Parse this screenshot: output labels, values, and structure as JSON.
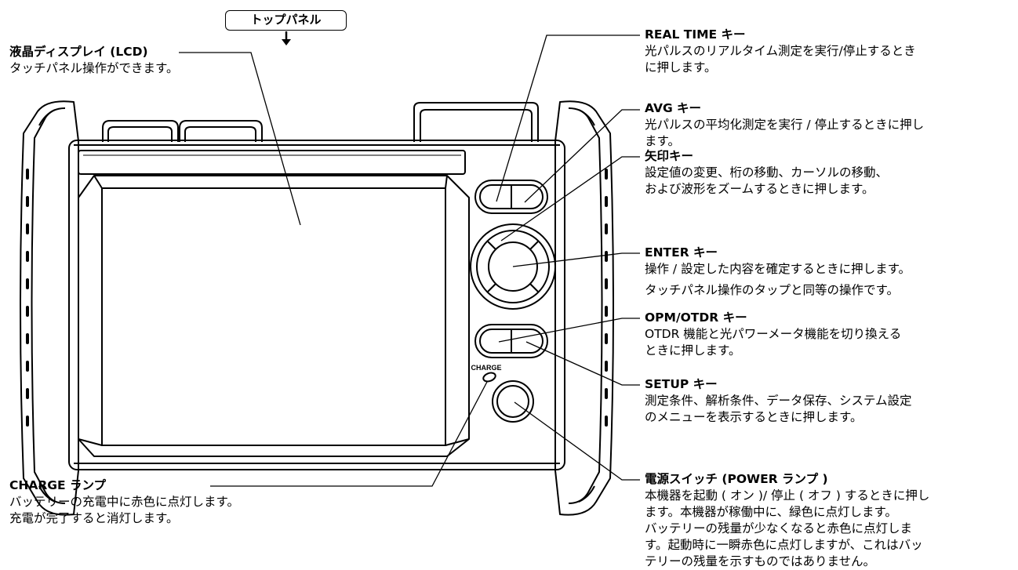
{
  "top_panel": {
    "label": "トップパネル"
  },
  "charge_mark": "CHARGE",
  "callouts": {
    "lcd": {
      "title": "液晶ディスプレイ (LCD)",
      "lines": [
        "タッチパネル操作ができます。"
      ]
    },
    "charge": {
      "title": "CHARGE ランプ",
      "lines": [
        "バッテリーの充電中に赤色に点灯します。",
        "充電が完了すると消灯します。"
      ]
    },
    "realtime": {
      "title": "REAL TIME キー",
      "lines": [
        "光パルスのリアルタイム測定を実行/停止するとき",
        "に押します。"
      ]
    },
    "avg": {
      "title": "AVG キー",
      "lines": [
        "光パルスの平均化測定を実行 / 停止するときに押し",
        "ます。"
      ]
    },
    "arrow": {
      "title": "矢印キー",
      "lines": [
        "設定値の変更、桁の移動、カーソルの移動、",
        "および波形をズームするときに押します。"
      ]
    },
    "enter": {
      "title": "ENTER キー",
      "lines": [
        "操作 / 設定した内容を確定するときに押します。",
        "タッチパネル操作のタップと同等の操作です。"
      ]
    },
    "opm": {
      "title": "OPM/OTDR キー",
      "lines": [
        "OTDR  機能と光パワーメータ機能を切り換える",
        "ときに押します。"
      ]
    },
    "setup": {
      "title": "SETUP キー",
      "lines": [
        "測定条件、解析条件、データ保存、システム設定",
        "のメニューを表示するときに押します。"
      ]
    },
    "power": {
      "title": "電源スイッチ (POWER ランプ )",
      "lines": [
        "本機器を起動 ( オン )/ 停止 ( オフ ) するときに押し",
        "ます。本機器が稼働中に、緑色に点灯します。",
        "バッテリーの残量が少なくなると赤色に点灯しま",
        "す。起動時に一瞬赤色に点灯しますが、これはバッ",
        "テリーの残量を示すものではありません。"
      ]
    }
  }
}
